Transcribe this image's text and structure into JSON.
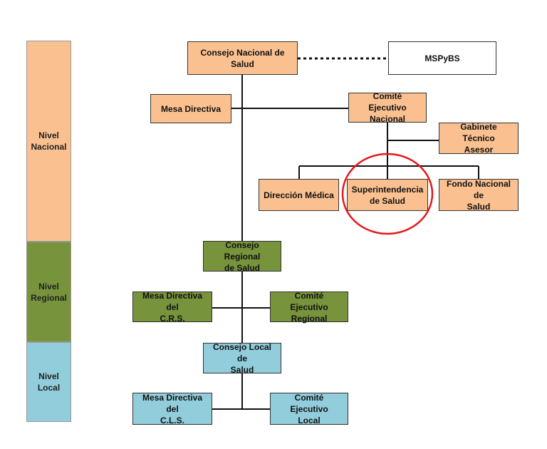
{
  "levels": {
    "nacional": "Nivel\nNacional",
    "regional": "Nivel\nRegional",
    "local": "Nivel\nLocal"
  },
  "nodes": {
    "consejo_nacional": "Consejo Nacional de\nSalud",
    "mspybs": "MSPyBS",
    "mesa_directiva": "Mesa Directiva",
    "comite_ejecutivo_nacional": "Comité Ejecutivo\nNacional",
    "gabinete_tecnico": "Gabinete Técnico\nAsesor",
    "direccion_medica": "Dirección Médica",
    "superintendencia": "Superintendencia\nde Salud",
    "fondo_nacional": "Fondo Nacional de\nSalud",
    "consejo_regional": "Consejo Regional\nde Salud",
    "mesa_directiva_crs": "Mesa Directiva del\nC.R.S.",
    "comite_ejecutivo_regional": "Comité Ejecutivo\nRegional",
    "consejo_local": "Consejo Local de\nSalud",
    "mesa_directiva_cls": "Mesa Directiva del\nC.L.S.",
    "comite_ejecutivo_local": "Comité Ejecutivo\nLocal"
  },
  "colors": {
    "nacional": "#fac090",
    "regional": "#77933c",
    "local": "#92cddc",
    "highlight": "#e8171b"
  }
}
